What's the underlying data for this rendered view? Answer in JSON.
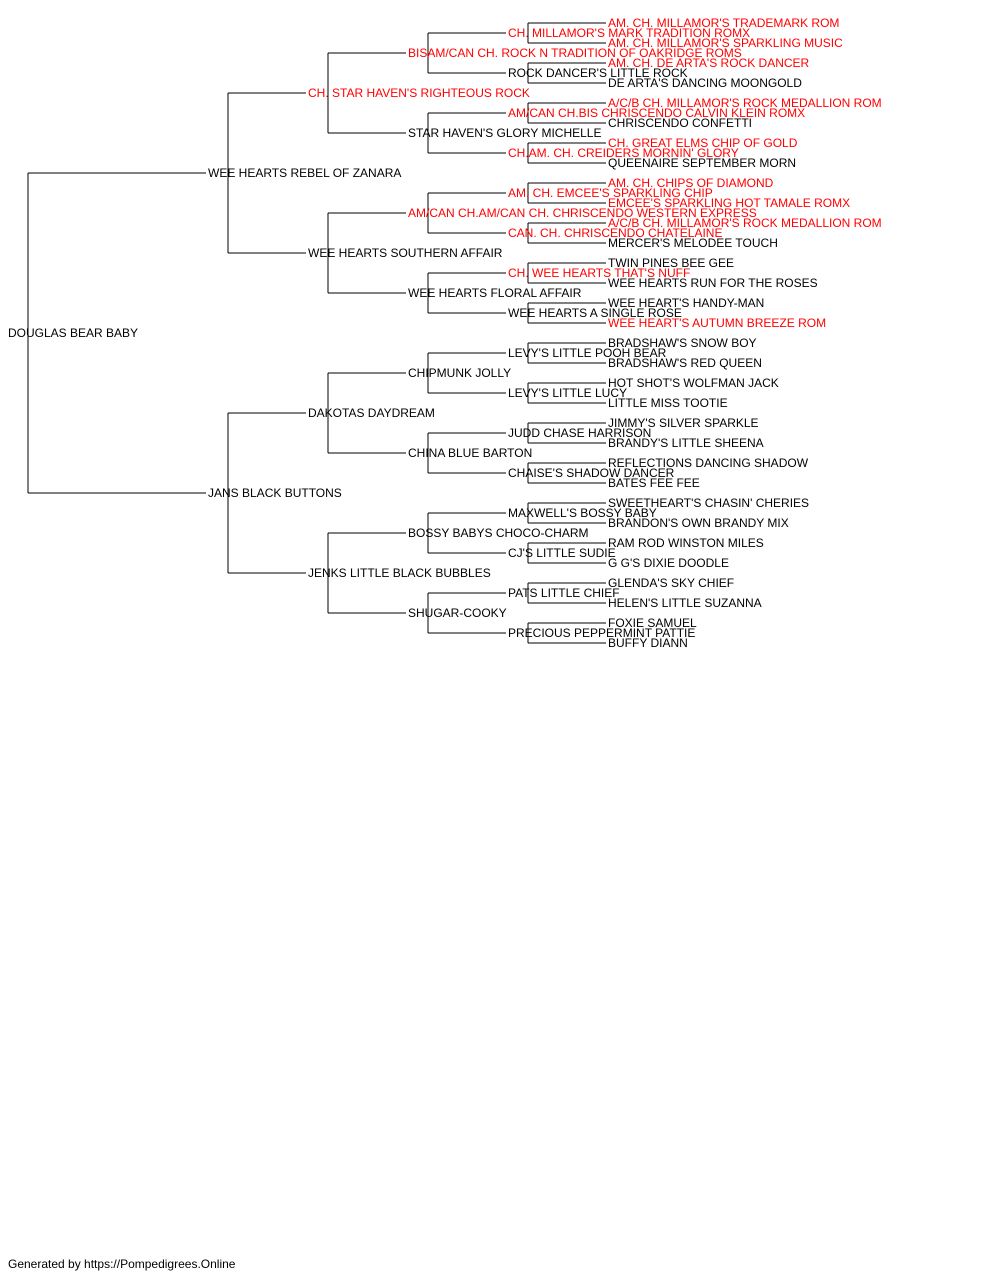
{
  "colors": {
    "line": "#000000",
    "normal": "#000000",
    "champion": "#ff0000"
  },
  "footer": "Generated by https://Pompedigrees.Online",
  "pedigree": {
    "name": "DOUGLAS BEAR BABY",
    "champ": false,
    "sire": {
      "name": "WEE HEARTS REBEL OF ZANARA",
      "champ": false,
      "sire": {
        "name": "CH. STAR HAVEN'S RIGHTEOUS ROCK",
        "champ": true,
        "sire": {
          "name": "BISAM/CAN CH. ROCK N TRADITION OF OAKRIDGE ROMS",
          "champ": true,
          "sire": {
            "name": "CH. MILLAMOR'S MARK TRADITION ROMX",
            "champ": true,
            "sire": {
              "name": "AM. CH. MILLAMOR'S TRADEMARK ROM",
              "champ": true
            },
            "dam": {
              "name": "AM. CH. MILLAMOR'S SPARKLING MUSIC",
              "champ": true
            }
          },
          "dam": {
            "name": "ROCK DANCER'S LITTLE ROCK",
            "champ": false,
            "sire": {
              "name": "AM. CH. DE ARTA'S ROCK DANCER",
              "champ": true
            },
            "dam": {
              "name": "DE ARTA'S DANCING MOONGOLD",
              "champ": false
            }
          }
        },
        "dam": {
          "name": "STAR HAVEN'S GLORY MICHELLE",
          "champ": false,
          "sire": {
            "name": "AM/CAN CH.BIS CHRISCENDO CALVIN KLEIN ROMX",
            "champ": true,
            "sire": {
              "name": "A/C/B CH. MILLAMOR'S ROCK MEDALLION ROM",
              "champ": true
            },
            "dam": {
              "name": "CHRISCENDO CONFETTI",
              "champ": false
            }
          },
          "dam": {
            "name": "CH.AM. CH. CREIDERS MORNIN' GLORY",
            "champ": true,
            "sire": {
              "name": "CH. GREAT ELMS CHIP OF GOLD",
              "champ": true
            },
            "dam": {
              "name": "QUEENAIRE SEPTEMBER MORN",
              "champ": false
            }
          }
        }
      },
      "dam": {
        "name": "WEE HEARTS SOUTHERN AFFAIR",
        "champ": false,
        "sire": {
          "name": "AM/CAN CH.AM/CAN CH. CHRISCENDO WESTERN EXPRESS",
          "champ": true,
          "sire": {
            "name": "AM. CH. EMCEE'S SPARKLING CHIP",
            "champ": true,
            "sire": {
              "name": "AM. CH. CHIPS OF DIAMOND",
              "champ": true
            },
            "dam": {
              "name": "EMCEE'S SPARKLING HOT TAMALE ROMX",
              "champ": true
            }
          },
          "dam": {
            "name": "CAN. CH. CHRISCENDO CHATELAINE",
            "champ": true,
            "sire": {
              "name": "A/C/B CH. MILLAMOR'S ROCK MEDALLION ROM",
              "champ": true
            },
            "dam": {
              "name": "MERCER'S MELODEE TOUCH",
              "champ": false
            }
          }
        },
        "dam": {
          "name": "WEE HEARTS FLORAL AFFAIR",
          "champ": false,
          "sire": {
            "name": "CH. WEE HEARTS THAT'S NUFF",
            "champ": true,
            "sire": {
              "name": "TWIN PINES BEE GEE",
              "champ": false
            },
            "dam": {
              "name": "WEE HEARTS RUN FOR THE ROSES",
              "champ": false
            }
          },
          "dam": {
            "name": "WEE HEARTS A SINGLE ROSE",
            "champ": false,
            "sire": {
              "name": "WEE HEART'S HANDY-MAN",
              "champ": false
            },
            "dam": {
              "name": "WEE HEART'S AUTUMN BREEZE ROM",
              "champ": true
            }
          }
        }
      }
    },
    "dam": {
      "name": "JANS BLACK BUTTONS",
      "champ": false,
      "sire": {
        "name": "DAKOTAS DAYDREAM",
        "champ": false,
        "sire": {
          "name": "CHIPMUNK JOLLY",
          "champ": false,
          "sire": {
            "name": "LEVY'S LITTLE POOH BEAR",
            "champ": false,
            "sire": {
              "name": "BRADSHAW'S SNOW BOY",
              "champ": false
            },
            "dam": {
              "name": "BRADSHAW'S RED QUEEN",
              "champ": false
            }
          },
          "dam": {
            "name": "LEVY'S LITTLE LUCY",
            "champ": false,
            "sire": {
              "name": "HOT SHOT'S WOLFMAN JACK",
              "champ": false
            },
            "dam": {
              "name": "LITTLE MISS TOOTIE",
              "champ": false
            }
          }
        },
        "dam": {
          "name": "CHINA BLUE BARTON",
          "champ": false,
          "sire": {
            "name": "JUDD CHASE HARRISON",
            "champ": false,
            "sire": {
              "name": "JIMMY'S SILVER SPARKLE",
              "champ": false
            },
            "dam": {
              "name": "BRANDY'S LITTLE SHEENA",
              "champ": false
            }
          },
          "dam": {
            "name": "CHAISE'S SHADOW DANCER",
            "champ": false,
            "sire": {
              "name": "REFLECTIONS DANCING SHADOW",
              "champ": false
            },
            "dam": {
              "name": "BATES FEE FEE",
              "champ": false
            }
          }
        }
      },
      "dam": {
        "name": "JENKS LITTLE BLACK BUBBLES",
        "champ": false,
        "sire": {
          "name": "BOSSY BABYS CHOCO-CHARM",
          "champ": false,
          "sire": {
            "name": "MAXWELL'S BOSSY BABY",
            "champ": false,
            "sire": {
              "name": "SWEETHEART'S CHASIN' CHERIES",
              "champ": false
            },
            "dam": {
              "name": "BRANDON'S OWN BRANDY MIX",
              "champ": false
            }
          },
          "dam": {
            "name": "CJ'S LITTLE SUDIE",
            "champ": false,
            "sire": {
              "name": "RAM ROD WINSTON MILES",
              "champ": false
            },
            "dam": {
              "name": "G G'S DIXIE DOODLE",
              "champ": false
            }
          }
        },
        "dam": {
          "name": "SHUGAR-COOKY",
          "champ": false,
          "sire": {
            "name": "PATS LITTLE CHIEF",
            "champ": false,
            "sire": {
              "name": "GLENDA'S SKY CHIEF",
              "champ": false
            },
            "dam": {
              "name": "HELEN'S LITTLE SUZANNA",
              "champ": false
            }
          },
          "dam": {
            "name": "PRECIOUS PEPPERMINT PATTIE",
            "champ": false,
            "sire": {
              "name": "FOXIE SAMUEL",
              "champ": false
            },
            "dam": {
              "name": "BUFFY DIANN",
              "champ": false
            }
          }
        }
      }
    }
  }
}
